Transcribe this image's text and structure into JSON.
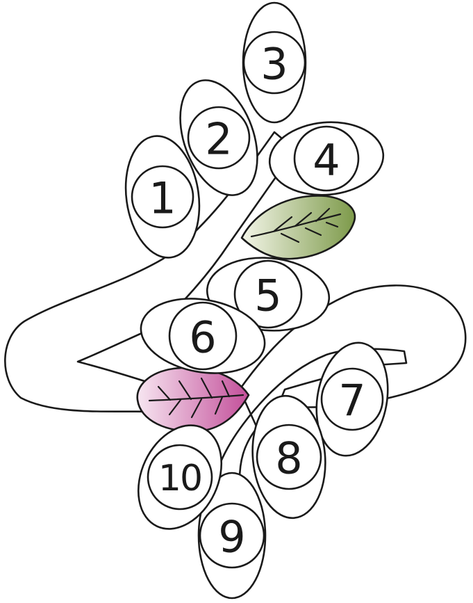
{
  "diagram": {
    "stones": [
      {
        "label": "1"
      },
      {
        "label": "2"
      },
      {
        "label": "3"
      },
      {
        "label": "4"
      },
      {
        "label": "5"
      },
      {
        "label": "6"
      },
      {
        "label": "7"
      },
      {
        "label": "8"
      },
      {
        "label": "9"
      },
      {
        "label": "10"
      }
    ],
    "leaves": [
      {
        "name": "green-leaf",
        "color_light": "#f3f5e8",
        "color_dark": "#7d9a4a"
      },
      {
        "name": "pink-leaf",
        "color_light": "#f7e6f1",
        "color_dark": "#c34f9a"
      }
    ],
    "line_color": "#1a1a1a"
  }
}
